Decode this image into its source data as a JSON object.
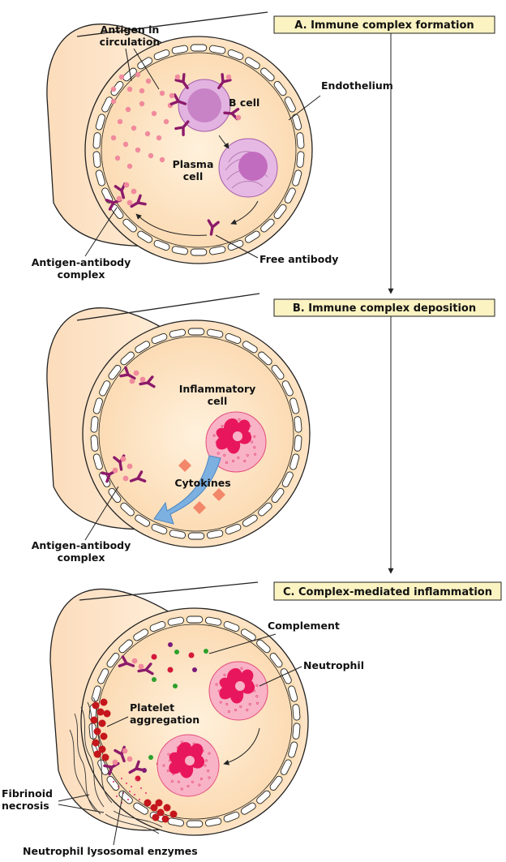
{
  "stages": [
    {
      "id": "A",
      "title": "A. Immune complex formation"
    },
    {
      "id": "B",
      "title": "B. Immune complex deposition"
    },
    {
      "id": "C",
      "title": "C. Complex-mediated inflammation"
    }
  ],
  "panelA": {
    "antigen_line1": "Antigen in",
    "antigen_line2": "circulation",
    "b_cell": "B cell",
    "endothelium": "Endothelium",
    "plasma_line1": "Plasma",
    "plasma_line2": "cell",
    "free_antibody": "Free antibody",
    "complex_line1": "Antigen-antibody",
    "complex_line2": "complex"
  },
  "panelB": {
    "inflammatory_line1": "Inflammatory",
    "inflammatory_line2": "cell",
    "cytokines": "Cytokines",
    "complex_line1": "Antigen-antibody",
    "complex_line2": "complex"
  },
  "panelC": {
    "complement": "Complement",
    "neutrophil": "Neutrophil",
    "platelet_line1": "Platelet",
    "platelet_line2": "aggregation",
    "fibrinoid_line1": "Fibrinoid",
    "fibrinoid_line2": "necrosis",
    "enzymes": "Neutrophil lysosomal enzymes"
  },
  "colors": {
    "stage_box_fill": "#fbf3c2",
    "vessel_outer": "#fde3c4",
    "lumen": "#fde5c8",
    "antibody": "#8c1a6a",
    "antigen": "#f08a9c",
    "b_cell": "#d59ad2",
    "plasma_cell": "#e1b2df",
    "neutrophil": "#f59ab3",
    "neutrophil_nucleus": "#e8175d",
    "cytokine_arrow": "#6ea8dc",
    "cytokine": "#f2876a",
    "platelet": "#c4161c",
    "complement_green": "#2ca02c",
    "complement_red": "#d41a3a",
    "complement_purple": "#7a1b7a"
  }
}
